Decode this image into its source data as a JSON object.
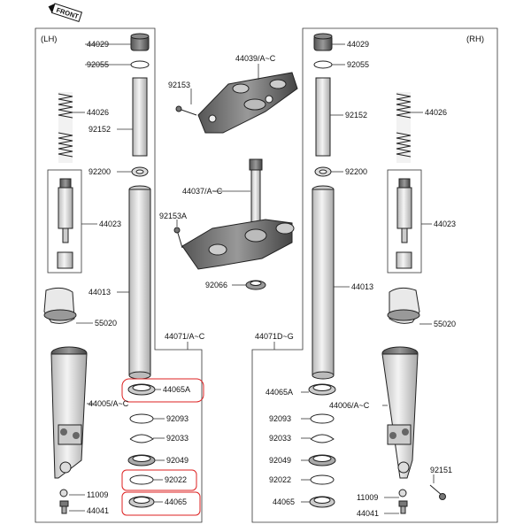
{
  "front_badge": "FRONT",
  "sides": {
    "lh": "(LH)",
    "rh": "(RH)"
  },
  "center": {
    "p1": "44039/A~C",
    "p2": "92153",
    "p3": "44037/A~C",
    "p4": "92153A",
    "p5": "92066",
    "p6": "44071/A~C",
    "p7": "44071D~G"
  },
  "lh": {
    "l1": "44029",
    "l2": "92055",
    "l3": "44026",
    "l4": "92152",
    "l5": "92200",
    "l6": "44023",
    "l7": "44013",
    "l8": "55020",
    "l9": "44005/A~C",
    "l10": "11009",
    "l11": "44041",
    "l12": "44065A",
    "l13": "92093",
    "l14": "92033",
    "l15": "92049",
    "l16": "92022",
    "l17": "44065"
  },
  "rh": {
    "r1": "44029",
    "r2": "92055",
    "r3": "44026",
    "r4": "92152",
    "r5": "92200",
    "r6": "44023",
    "r7": "44013",
    "r8": "55020",
    "r9": "44065A",
    "r10": "44006/A~C",
    "r11": "92093",
    "r12": "92033",
    "r13": "92049",
    "r14": "92022",
    "r15": "44065",
    "r16": "92151",
    "r17": "11009",
    "r18": "44041"
  },
  "colors": {
    "highlight": "#dd2222",
    "line": "#333333",
    "part_fill": "#e6e6e6"
  }
}
